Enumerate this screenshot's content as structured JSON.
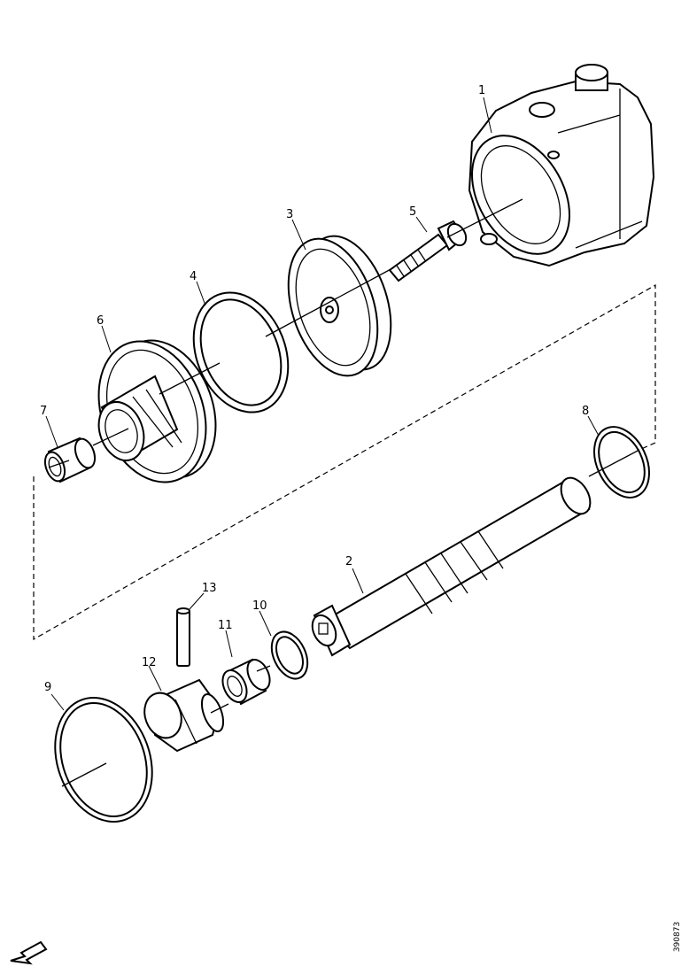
{
  "callouts": [
    {
      "id": "1",
      "text": "1"
    },
    {
      "id": "2",
      "text": "2"
    },
    {
      "id": "3",
      "text": "3"
    },
    {
      "id": "4",
      "text": "4"
    },
    {
      "id": "5",
      "text": "5"
    },
    {
      "id": "6",
      "text": "6"
    },
    {
      "id": "7",
      "text": "7"
    },
    {
      "id": "8",
      "text": "8"
    },
    {
      "id": "9",
      "text": "9"
    },
    {
      "id": "10",
      "text": "10"
    },
    {
      "id": "11",
      "text": "11"
    },
    {
      "id": "12",
      "text": "12"
    },
    {
      "id": "13",
      "text": "13"
    }
  ],
  "figure_id": "390873",
  "icons": {
    "direction": "arrow-icon"
  }
}
